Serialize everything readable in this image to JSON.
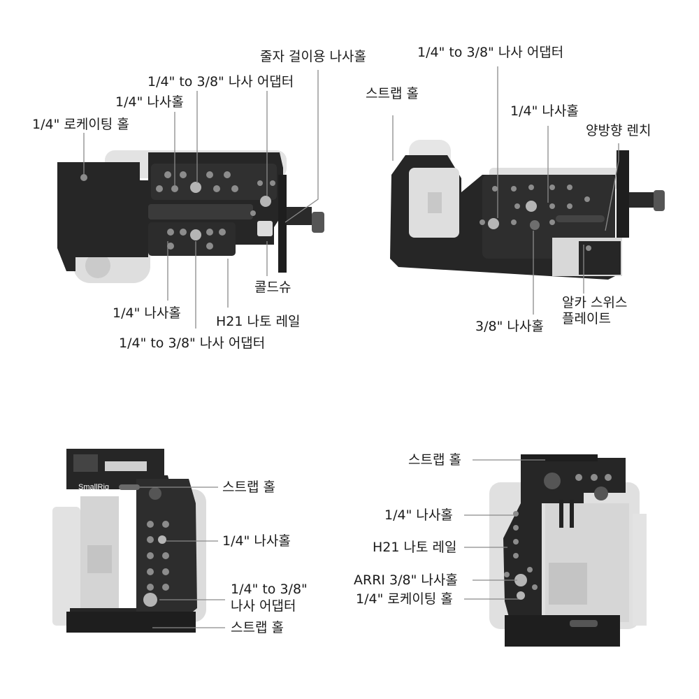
{
  "brand": "SmallRig",
  "colors": {
    "cage": "#262626",
    "camera": "#d6d6d6",
    "leader": "#8a8a8a"
  },
  "top_view": {
    "labels": {
      "cable_hole": "줄자 걸이용 나사홀",
      "adapter_top": "1/4\" to 3/8\" 나사 어댑터",
      "hole_top": "1/4\" 나사홀",
      "locating": "1/4\" 로케이팅 홀",
      "hole_bottom": "1/4\" 나사홀",
      "nato": "H21 나토 레일",
      "cold_shoe": "콜드슈",
      "adapter_bottom": "1/4\" to 3/8\" 나사 어댑터"
    }
  },
  "bottom_view": {
    "labels": {
      "adapter": "1/4\" to 3/8\" 나사 어댑터",
      "strap": "스트랩 홀",
      "hole": "1/4\" 나사홀",
      "wrench": "양방향 렌치",
      "hole_38": "3/8\" 나사홀",
      "arca_line1": "알카 스위스",
      "arca_line2": "플레이트"
    }
  },
  "left_view": {
    "labels": {
      "strap_top": "스트랩 홀",
      "hole": "1/4\" 나사홀",
      "adapter_line1": "1/4\" to 3/8\"",
      "adapter_line2": "나사 어댑터",
      "strap_bottom": "스트랩 홀"
    }
  },
  "right_view": {
    "labels": {
      "strap": "스트랩 홀",
      "hole": "1/4\" 나사홀",
      "nato": "H21 나토 레일",
      "arri": "ARRI 3/8\" 나사홀",
      "locating": "1/4\" 로케이팅 홀"
    }
  }
}
